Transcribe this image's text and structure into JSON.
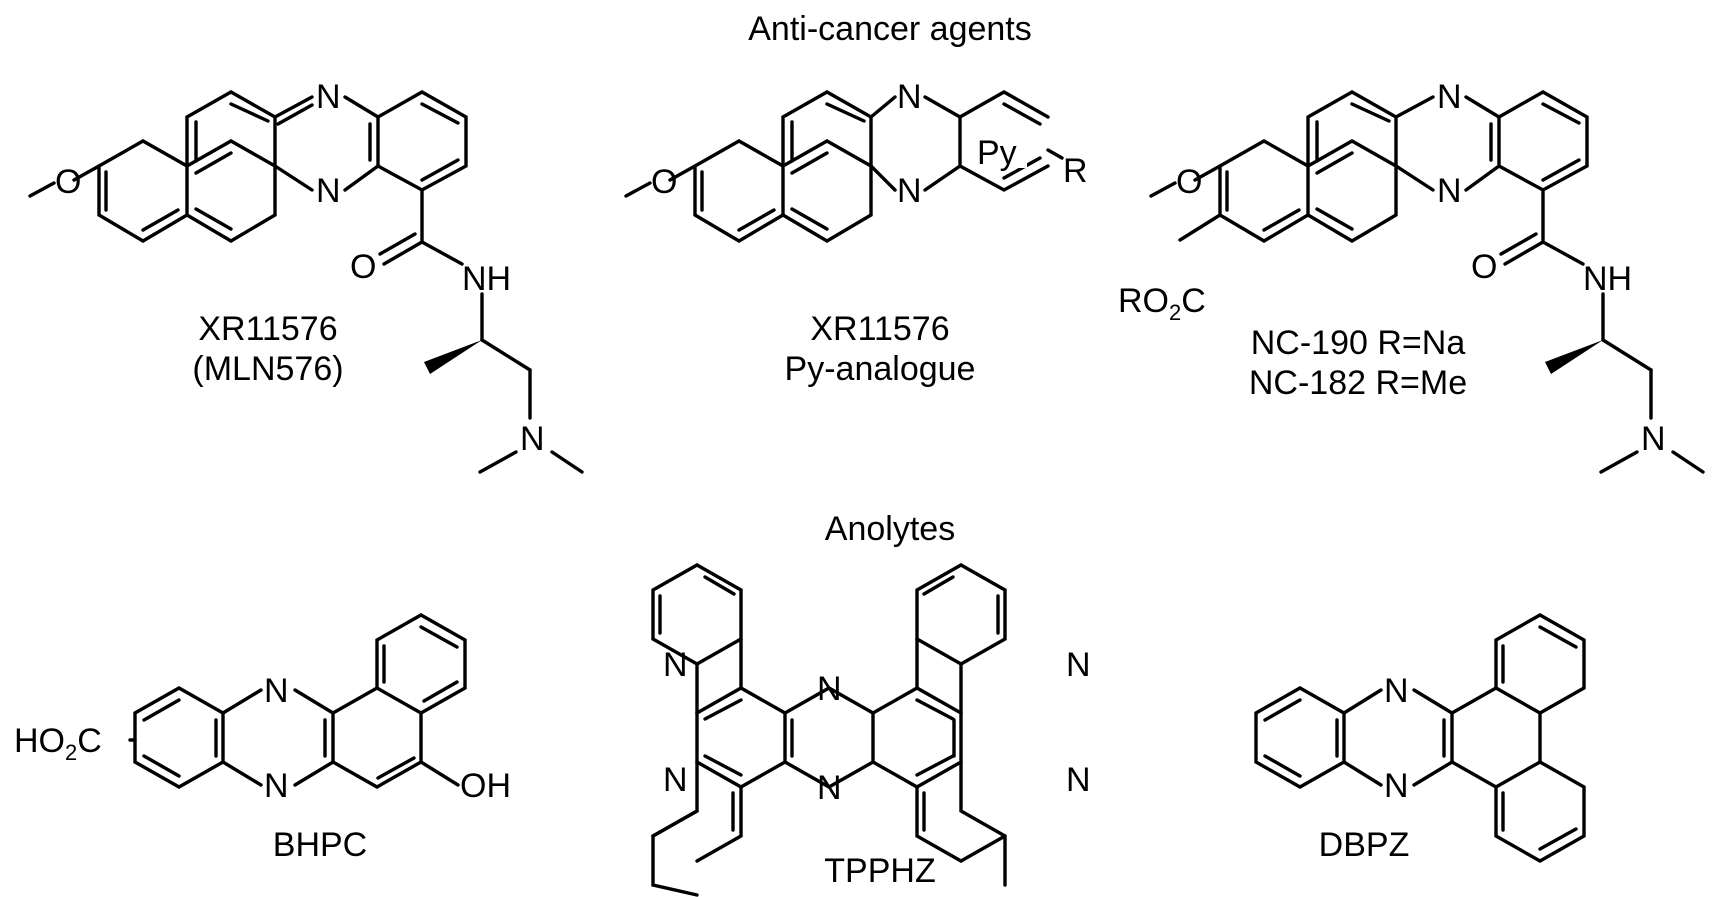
{
  "headers": {
    "anticancer": "Anti-cancer agents",
    "anolytes": "Anolytes"
  },
  "compounds": [
    {
      "id": "xr11576",
      "name": "XR11576",
      "name2": "(MLN576)"
    },
    {
      "id": "xr-py",
      "name": "XR11576",
      "name2": "Py-analogue"
    },
    {
      "id": "nc",
      "name": "NC-190 R=Na",
      "name2": "NC-182 R=Me"
    },
    {
      "id": "bhpc",
      "name": "BHPC"
    },
    {
      "id": "tpphz",
      "name": "TPPHZ"
    },
    {
      "id": "dbpz",
      "name": "DBPZ"
    }
  ],
  "atom_labels": {
    "N": "N",
    "NH": "NH",
    "O": "O",
    "OH": "OH",
    "Py": "Py",
    "R": "R",
    "RO": "RO",
    "HO": "HO",
    "C": "C",
    "two": "2"
  }
}
